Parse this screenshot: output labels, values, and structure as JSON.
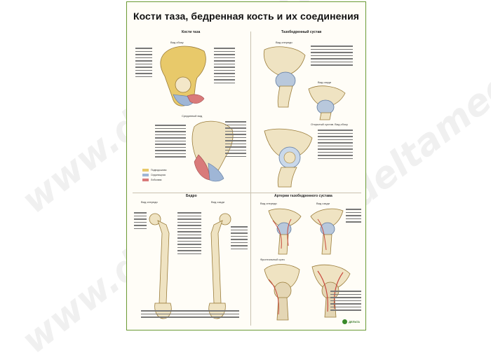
{
  "poster": {
    "title": "Кости таза, бедренная кость и их соединения",
    "sections": {
      "pelvis": "Кости таза",
      "hip_joint": "Тазобедренный сустав",
      "femur": "Бедро",
      "arteries": "Артерии тазобедренного сустава"
    },
    "views": {
      "pelvis_lateral": "Вид сбоку",
      "pelvis_medial": "Срединный вид",
      "hip_front": "Вид спереди",
      "hip_back": "Вид сзади",
      "hip_open": "Открытый сустав. Вид сбоку",
      "femur_front": "Вид спереди",
      "femur_back": "Вид сзади",
      "art_front": "Вид спереди",
      "art_back": "Вид сзади",
      "frontal_cut": "Фронтальный срез"
    },
    "legend": [
      {
        "label": "Подвздошная",
        "color": "#e8c96a"
      },
      {
        "label": "Седалищная",
        "color": "#9fb6d6"
      },
      {
        "label": "Лобковая",
        "color": "#d97a7a"
      }
    ],
    "brand": "ДЕЛЬТА"
  },
  "watermark": "www.deltamed.ru",
  "colors": {
    "border": "#6a9a34",
    "bone": "#efe3c2",
    "ilium": "#e8c96a",
    "ischium": "#9fb6d6",
    "pubis": "#d97a7a",
    "artery": "#c8483c"
  }
}
